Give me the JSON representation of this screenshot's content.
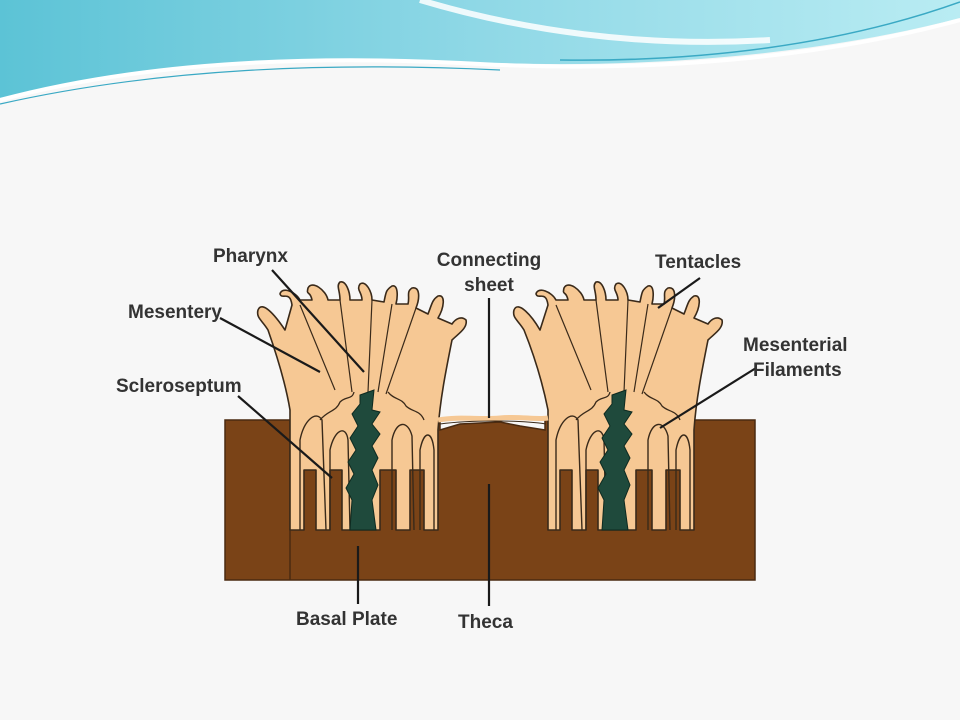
{
  "labels": {
    "pharynx": "Pharynx",
    "connecting_line1": "Connecting",
    "connecting_line2": "sheet",
    "tentacles": "Tentacles",
    "mesentery": "Mesentery",
    "mesenterial_line1": "Mesenterial",
    "mesenterial_line2": "Filaments",
    "scleroseptum": "Scleroseptum",
    "basal_plate": "Basal Plate",
    "theca": "Theca"
  },
  "colors": {
    "skeleton": "#7a4317",
    "tissue": "#f6c894",
    "pharynx_dark": "#1f4a3c",
    "outline": "#3a2a1a",
    "wave_light": "#a9e4ee",
    "wave_mid": "#5cc3d6"
  }
}
